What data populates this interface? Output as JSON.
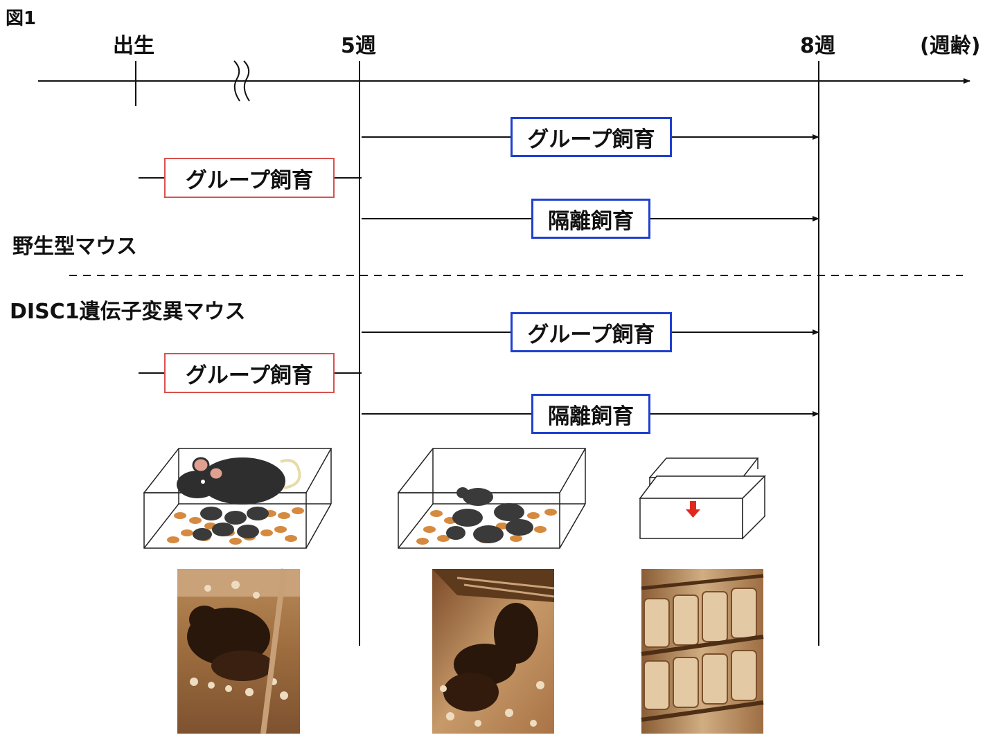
{
  "figure_label": "図1",
  "timeline": {
    "birth_label": "出生",
    "week5_label": "5週",
    "week8_label": "8週",
    "unit_label": "(週齢)"
  },
  "groups": {
    "wild_type": "野生型マウス",
    "disc1": "DISC1遺伝子変異マウス"
  },
  "housing": {
    "group_label": "グループ飼育",
    "isolation_label": "隔離飼育"
  },
  "colors": {
    "pre_box_border": "#d9514e",
    "post_box_border": "#1f3fcf",
    "arrow_red": "#e0281e",
    "photo_sepia": "#a9784a"
  },
  "illustrations": [
    "cage-mother-with-pups-icon",
    "cage-group-of-mice-icon",
    "cage-single-mouse-icon"
  ],
  "photos": [
    "photo-mother-with-pups",
    "photo-group-housed-mice",
    "photo-isolation-cage-rack"
  ]
}
